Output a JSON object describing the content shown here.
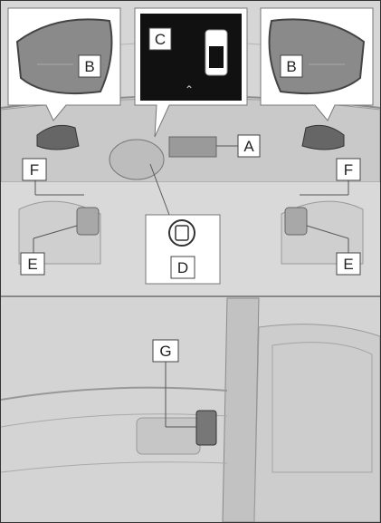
{
  "labels": {
    "A": "A",
    "B_left": "B",
    "B_right": "B",
    "C": "C",
    "D": "D",
    "E_left": "E",
    "E_right": "E",
    "F_left": "F",
    "F_right": "F",
    "G": "G"
  },
  "colors": {
    "background": "#dcdcdc",
    "line": "#555555",
    "callout_box": "#ffffff",
    "camera_screen": "#111111",
    "mirror_fill": "#8a8a8a"
  }
}
